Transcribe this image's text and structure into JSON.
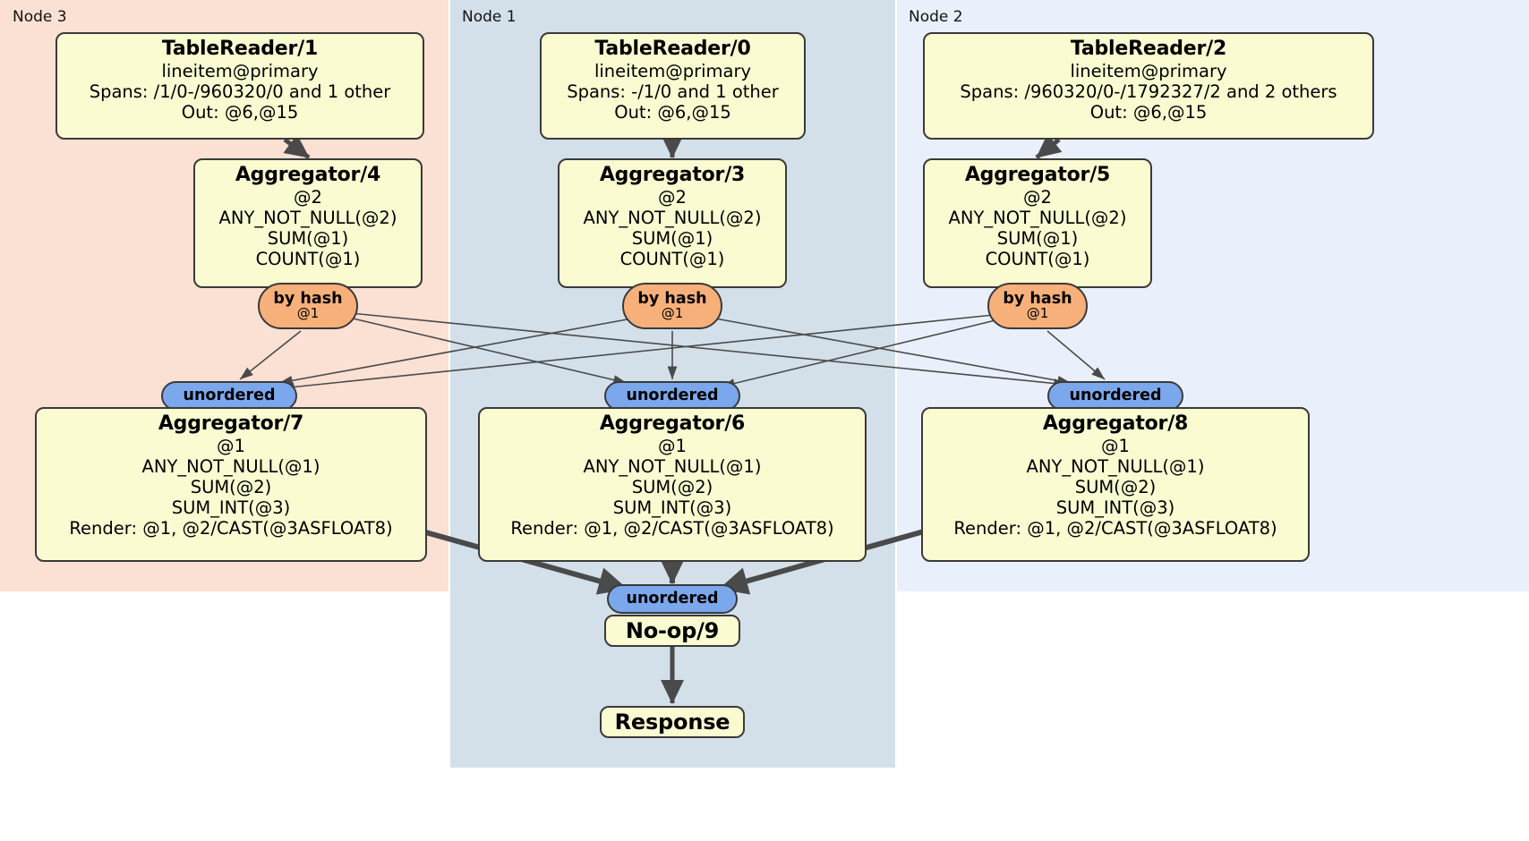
{
  "diagram": {
    "title": "Distributed SQL query execution plan",
    "colors": {
      "node3_bg": "#fbe0d4",
      "node1_bg": "#d3e0ea",
      "node2_bg": "#eaf0fb",
      "box_fill": "#fbfbd2",
      "box_border": "#3a3a3a",
      "hash_badge": "#f8b07a",
      "unordered_badge": "#7ba7ec",
      "edge": "#4a4a4a"
    }
  },
  "nodes": [
    {
      "id": "node3",
      "label": "Node 3"
    },
    {
      "id": "node1",
      "label": "Node 1"
    },
    {
      "id": "node2",
      "label": "Node 2"
    }
  ],
  "processors": {
    "table_reader_1": {
      "title": "TableReader/1",
      "lines": [
        "lineitem@primary",
        "Spans: /1/0-/960320/0 and 1 other",
        "Out: @6,@15"
      ]
    },
    "table_reader_0": {
      "title": "TableReader/0",
      "lines": [
        "lineitem@primary",
        "Spans: -/1/0 and 1 other",
        "Out: @6,@15"
      ]
    },
    "table_reader_2": {
      "title": "TableReader/2",
      "lines": [
        "lineitem@primary",
        "Spans: /960320/0-/1792327/2 and 2 others",
        "Out: @6,@15"
      ]
    },
    "aggregator_4": {
      "title": "Aggregator/4",
      "lines": [
        "@2",
        "ANY_NOT_NULL(@2)",
        "SUM(@1)",
        "COUNT(@1)"
      ]
    },
    "aggregator_3": {
      "title": "Aggregator/3",
      "lines": [
        "@2",
        "ANY_NOT_NULL(@2)",
        "SUM(@1)",
        "COUNT(@1)"
      ]
    },
    "aggregator_5": {
      "title": "Aggregator/5",
      "lines": [
        "@2",
        "ANY_NOT_NULL(@2)",
        "SUM(@1)",
        "COUNT(@1)"
      ]
    },
    "aggregator_7": {
      "title": "Aggregator/7",
      "lines": [
        "@1",
        "ANY_NOT_NULL(@1)",
        "SUM(@2)",
        "SUM_INT(@3)",
        "Render: @1, @2/CAST(@3ASFLOAT8)"
      ]
    },
    "aggregator_6": {
      "title": "Aggregator/6",
      "lines": [
        "@1",
        "ANY_NOT_NULL(@1)",
        "SUM(@2)",
        "SUM_INT(@3)",
        "Render: @1, @2/CAST(@3ASFLOAT8)"
      ]
    },
    "aggregator_8": {
      "title": "Aggregator/8",
      "lines": [
        "@1",
        "ANY_NOT_NULL(@1)",
        "SUM(@2)",
        "SUM_INT(@3)",
        "Render: @1, @2/CAST(@3ASFLOAT8)"
      ]
    },
    "noop_9": {
      "title": "No-op/9",
      "lines": []
    },
    "response": {
      "title": "Response",
      "lines": []
    }
  },
  "routers": {
    "hash_left": {
      "label": "by hash",
      "sub": "@1"
    },
    "hash_center": {
      "label": "by hash",
      "sub": "@1"
    },
    "hash_right": {
      "label": "by hash",
      "sub": "@1"
    },
    "unordered_left": {
      "label": "unordered"
    },
    "unordered_center": {
      "label": "unordered"
    },
    "unordered_right": {
      "label": "unordered"
    },
    "unordered_final": {
      "label": "unordered"
    }
  }
}
